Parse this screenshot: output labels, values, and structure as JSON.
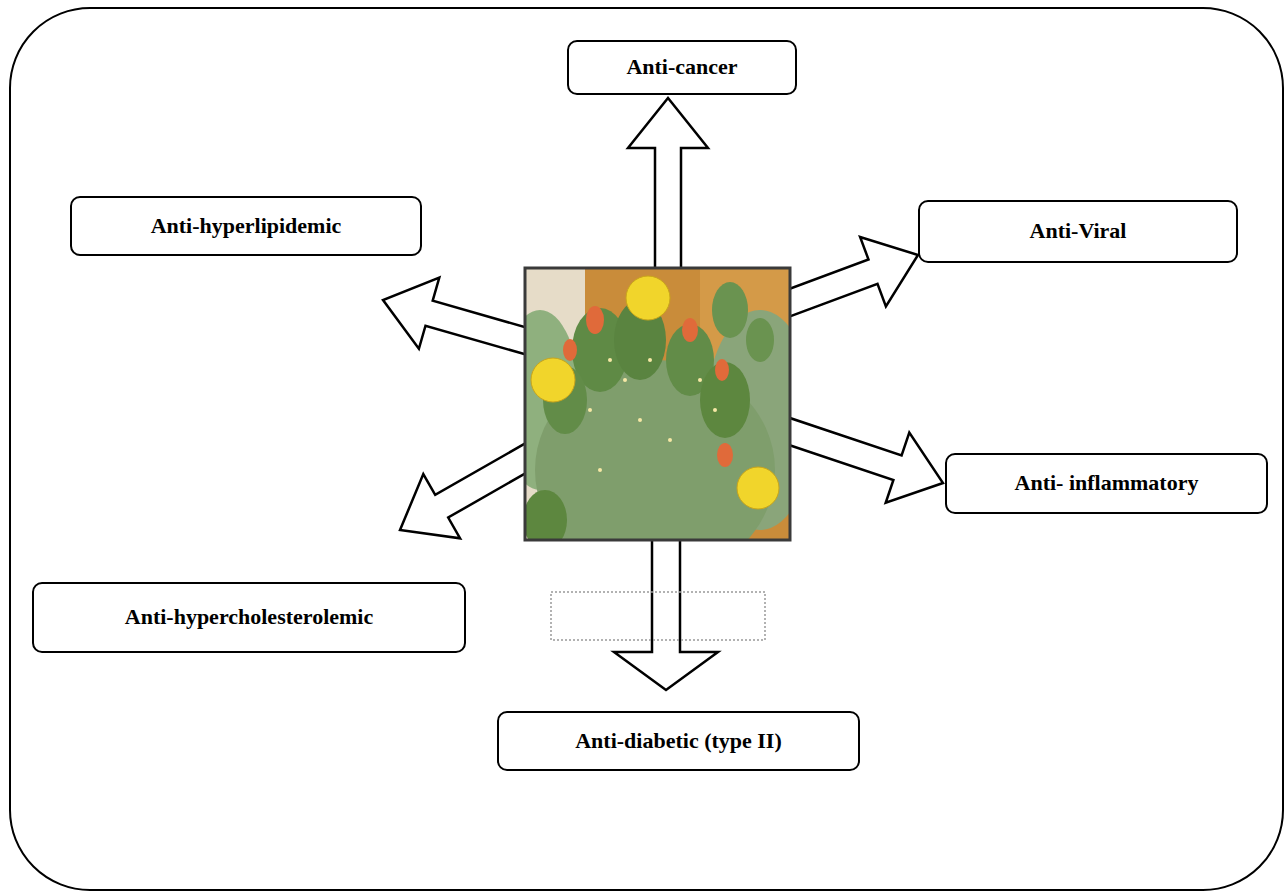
{
  "diagram": {
    "nodes": [
      {
        "text": [
          "Anti-cancer"
        ]
      },
      {
        "text": [
          "Anti-hyperlipidemic"
        ]
      },
      {
        "text": [
          "Anti-Viral"
        ]
      },
      {
        "text": [
          "Anti- inflammatory"
        ]
      },
      {
        "text": [
          "Anti-hypercholesterolemic"
        ]
      },
      {
        "text": [
          "Anti-diabetic (type II)"
        ]
      }
    ]
  }
}
